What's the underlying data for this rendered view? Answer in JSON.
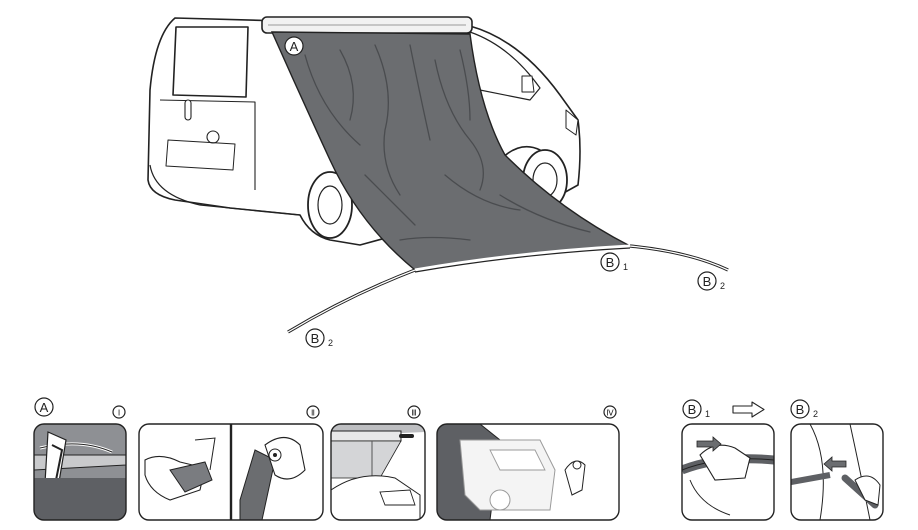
{
  "main": {
    "awning_rail_label": "A",
    "cord_front_label": "B",
    "cord_front_sub": "1",
    "cord_right_label": "B",
    "cord_right_sub": "2",
    "cord_left_label": "B",
    "cord_left_sub": "2"
  },
  "details": {
    "group_a_label": "A",
    "steps": [
      {
        "numeral": "Ⅰ"
      },
      {
        "numeral": "Ⅱ"
      },
      {
        "numeral": "Ⅲ"
      },
      {
        "numeral": "Ⅳ"
      }
    ],
    "b1_label": "B",
    "b1_sub": "1",
    "b2_label": "B",
    "b2_sub": "2"
  },
  "colors": {
    "sail": "#6b6d70",
    "sail_dark": "#4a4c4f",
    "panel_gray": "#8e9094",
    "panel_light": "#d8d9db",
    "line": "#222222"
  },
  "icons": [
    "arrow-right-outline-icon"
  ]
}
